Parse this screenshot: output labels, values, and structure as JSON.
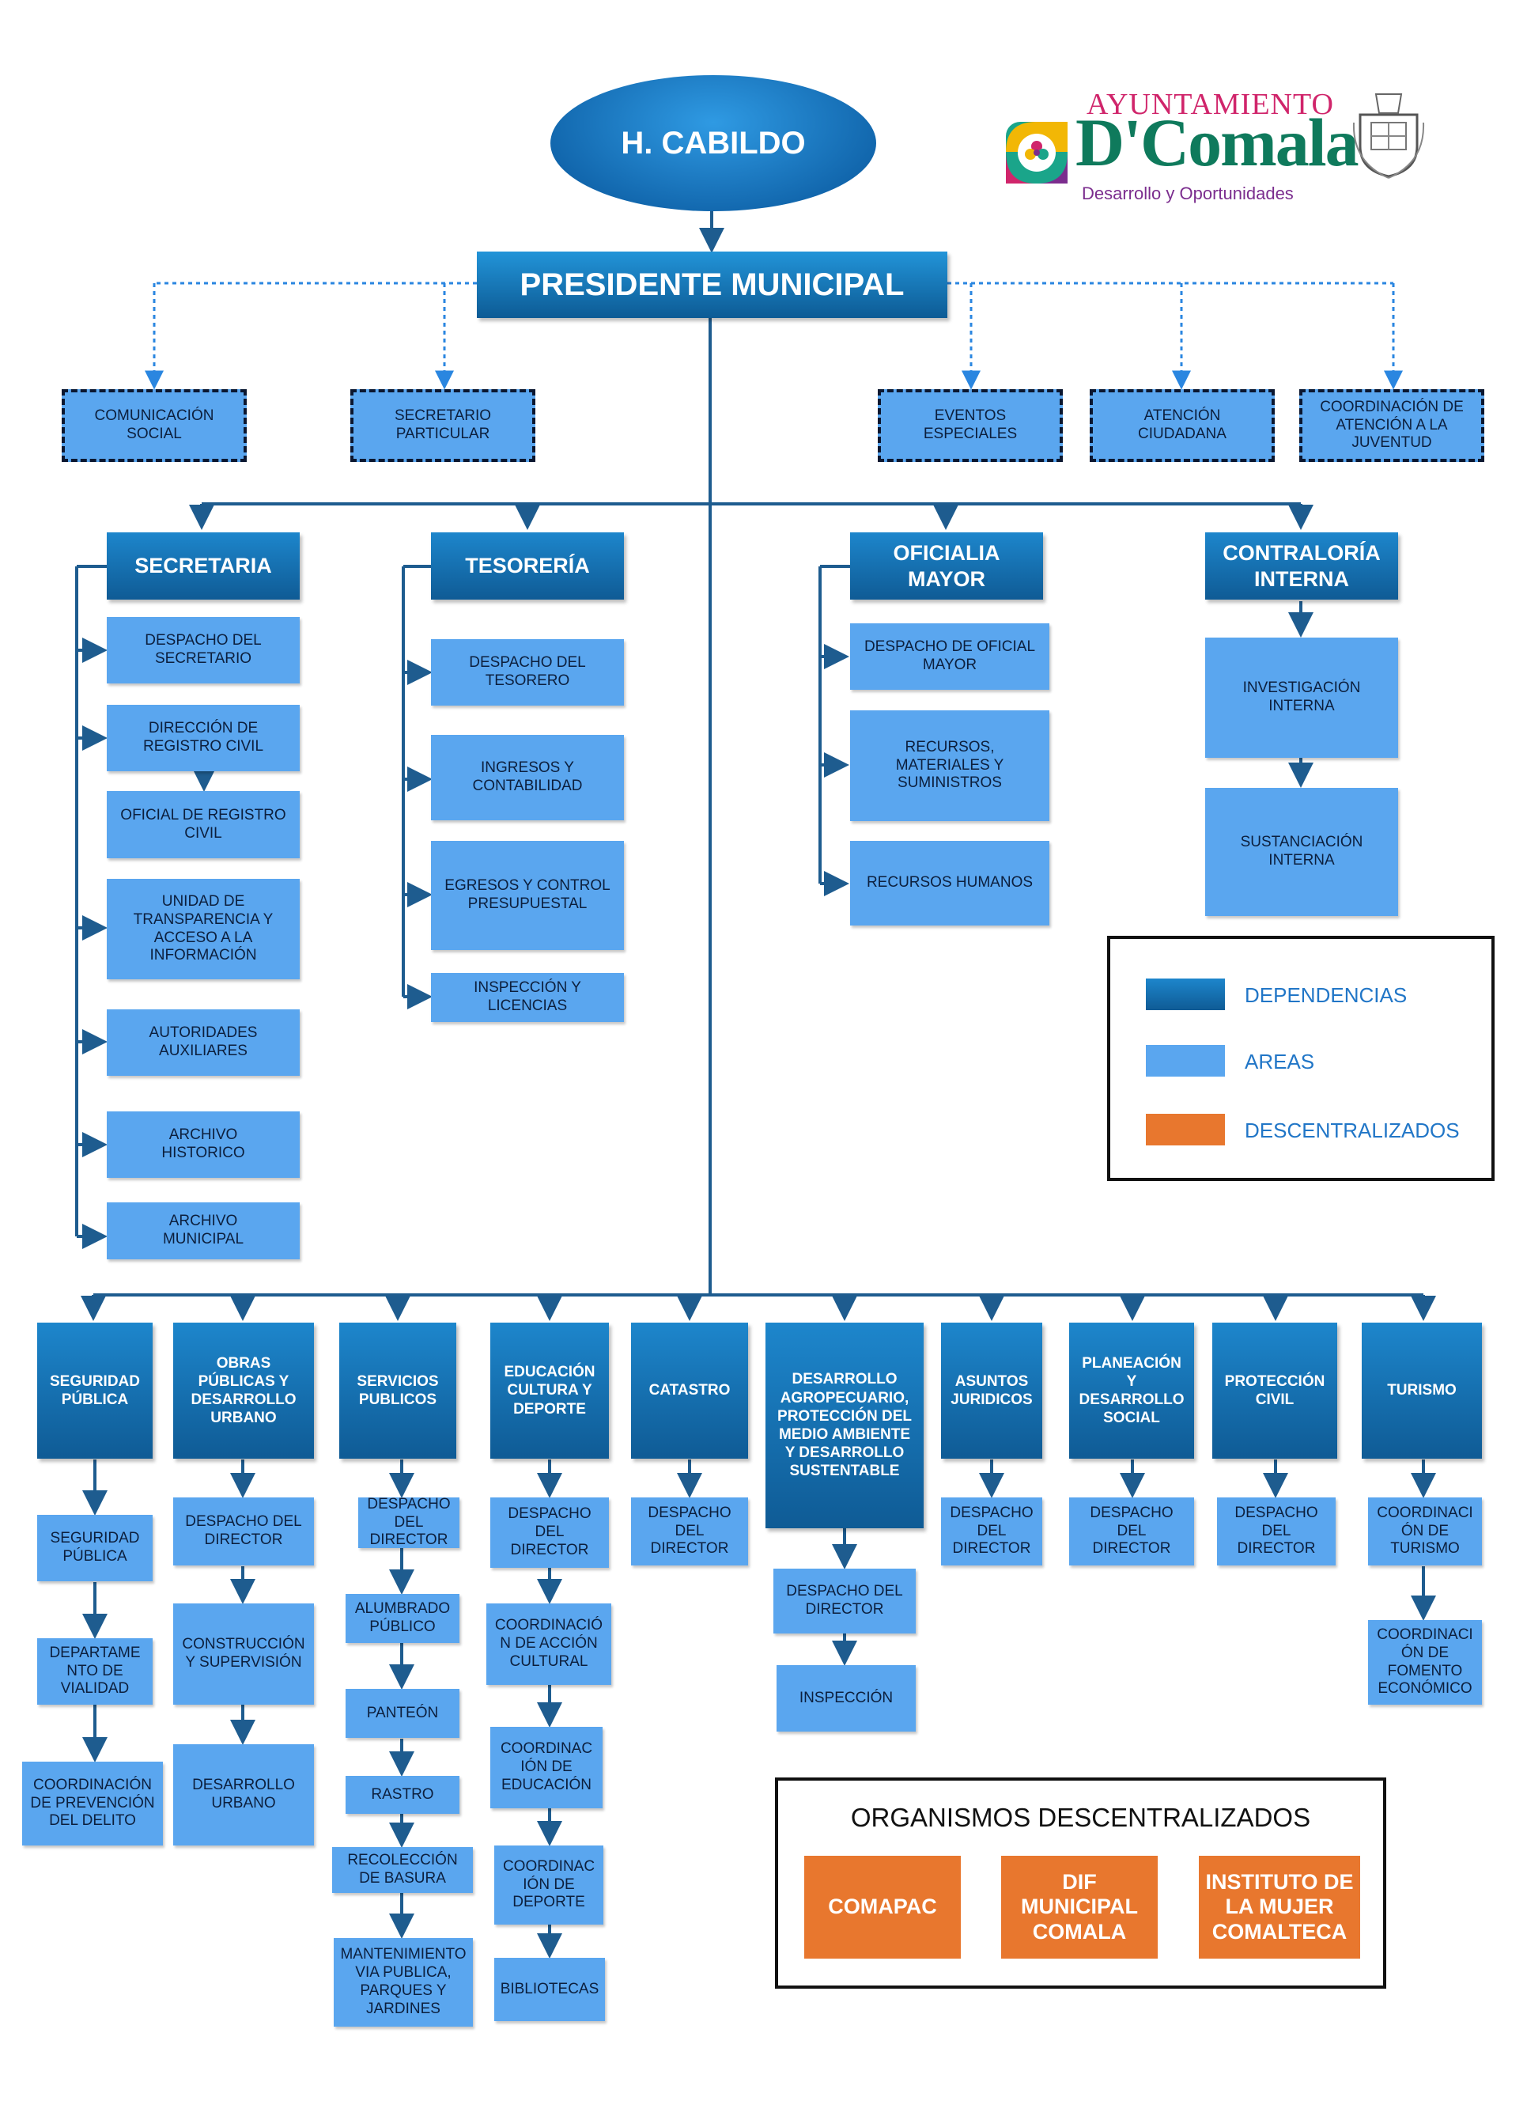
{
  "top": {
    "cabildo": "H. CABILDO",
    "presidente": "PRESIDENTE MUNICIPAL"
  },
  "logo": {
    "line1": "AYUNTAMIENTO",
    "line2": "Comala",
    "prefix": "D'",
    "tagline": "Desarrollo y Oportunidades",
    "brand_colors": [
      "#d0256b",
      "#0f7a5c",
      "#7b2d8e"
    ]
  },
  "advisors": [
    "COMUNICACIÓN\nSOCIAL",
    "SECRETARIO\nPARTICULAR",
    "EVENTOS\nESPECIALES",
    "ATENCIÓN\nCIUDADANA",
    "COORDINACIÓN DE\nATENCIÓN A LA\nJUVENTUD"
  ],
  "dependencies_upper": {
    "secretaria": {
      "title": "SECRETARIA",
      "areas": [
        "DESPACHO DEL\nSECRETARIO",
        "DIRECCIÓN DE\nREGISTRO CIVIL",
        "OFICIAL DE REGISTRO\nCIVIL",
        "UNIDAD DE\nTRANSPARENCIA Y\nACCESO A LA\nINFORMACIÓN",
        "AUTORIDADES\nAUXILIARES",
        "ARCHIVO\nHISTORICO",
        "ARCHIVO\nMUNICIPAL"
      ]
    },
    "tesoreria": {
      "title": "TESORERÍA",
      "areas": [
        "DESPACHO DEL\nTESORERO",
        "INGRESOS Y\nCONTABILIDAD",
        "EGRESOS Y CONTROL\nPRESUPUESTAL",
        "INSPECCIÓN Y\nLICENCIAS"
      ]
    },
    "oficialia": {
      "title": "OFICIALIA\nMAYOR",
      "areas": [
        "DESPACHO DE OFICIAL\nMAYOR",
        "RECURSOS,\nMATERIALES Y\nSUMINISTROS",
        "RECURSOS HUMANOS"
      ]
    },
    "contraloria": {
      "title": "CONTRALORÍA\nINTERNA",
      "areas": [
        "INVESTIGACIÓN\nINTERNA",
        "SUSTANCIACIÓN\nINTERNA"
      ]
    }
  },
  "legend": {
    "items": [
      "DEPENDENCIAS",
      "AREAS",
      "DESCENTRALIZADOS"
    ],
    "colors": [
      "#1873b8",
      "#5aa6ef",
      "#e8772e"
    ]
  },
  "dependencies_lower": [
    {
      "title": "SEGURIDAD\nPÚBLICA",
      "areas": [
        "SEGURIDAD\nPÚBLICA",
        "DEPARTAME\nNTO DE\nVIALIDAD",
        "COORDINACIÓN\nDE PREVENCIÓN\nDEL DELITO"
      ]
    },
    {
      "title": "OBRAS\nPÚBLICAS Y\nDESARROLLO\nURBANO",
      "areas": [
        "DESPACHO DEL\nDIRECTOR",
        "CONSTRUCCIÓN\nY SUPERVISIÓN",
        "DESARROLLO\nURBANO"
      ]
    },
    {
      "title": "SERVICIOS\nPUBLICOS",
      "areas": [
        "DESPACHO\nDEL\nDIRECTOR",
        "ALUMBRADO\nPÚBLICO",
        "PANTEÓN",
        "RASTRO",
        "RECOLECCIÓN\nDE BASURA",
        "MANTENIMIENTO\nVIA PUBLICA,\nPARQUES Y\nJARDINES"
      ]
    },
    {
      "title": "EDUCACIÓN\nCULTURA Y\nDEPORTE",
      "areas": [
        "DESPACHO\nDEL\nDIRECTOR",
        "COORDINACIÓ\nN DE ACCIÓN\nCULTURAL",
        "COORDINAC\nIÓN DE\nEDUCACIÓN",
        "COORDINAC\nIÓN DE\nDEPORTE",
        "BIBLIOTECAS"
      ]
    },
    {
      "title": "CATASTRO",
      "areas": [
        "DESPACHO\nDEL\nDIRECTOR"
      ]
    },
    {
      "title": "DESARROLLO\nAGROPECUARIO,\nPROTECCIÓN DEL\nMEDIO AMBIENTE\nY DESARROLLO\nSUSTENTABLE",
      "areas": [
        "DESPACHO DEL\nDIRECTOR",
        "INSPECCIÓN"
      ]
    },
    {
      "title": "ASUNTOS\nJURIDICOS",
      "areas": [
        "DESPACHO\nDEL\nDIRECTOR"
      ]
    },
    {
      "title": "PLANEACIÓN\nY\nDESARROLLO\nSOCIAL",
      "areas": [
        "DESPACHO\nDEL\nDIRECTOR"
      ]
    },
    {
      "title": "PROTECCIÓN\nCIVIL",
      "areas": [
        "DESPACHO\nDEL\nDIRECTOR"
      ]
    },
    {
      "title": "TURISMO",
      "areas": [
        "COORDINACI\nÓN DE\nTURISMO",
        "COORDINACI\nÓN DE\nFOMENTO\nECONÓMICO"
      ]
    }
  ],
  "decentralized": {
    "title": "ORGANISMOS DESCENTRALIZADOS",
    "items": [
      "COMAPAC",
      "DIF\nMUNICIPAL\nCOMALA",
      "INSTITUTO DE\nLA MUJER\nCOMALTECA"
    ]
  }
}
